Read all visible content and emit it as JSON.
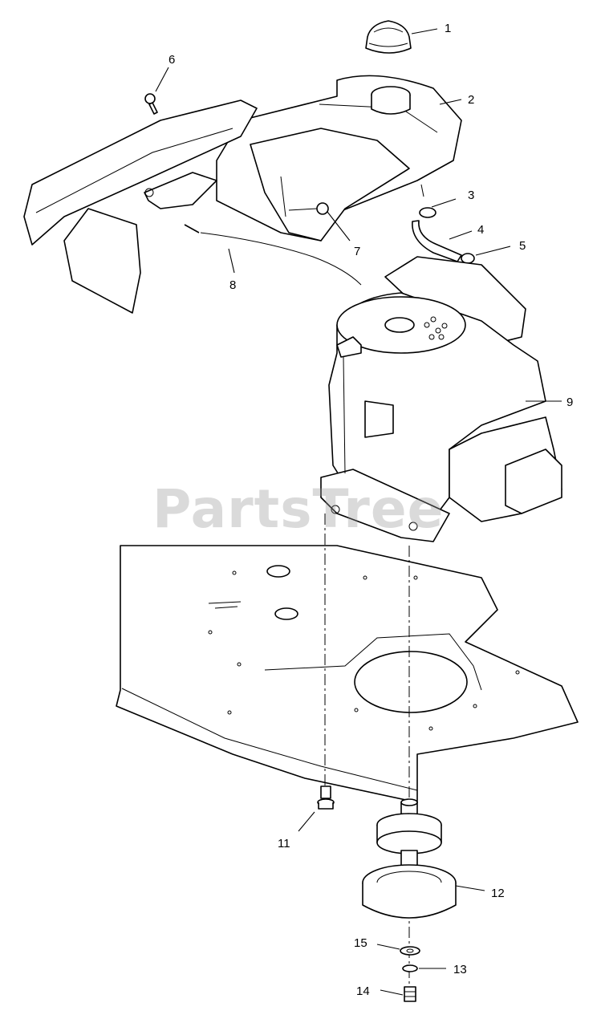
{
  "watermark": "PartsTree",
  "callouts": [
    "1",
    "2",
    "3",
    "4",
    "5",
    "6",
    "7",
    "8",
    "9",
    "11",
    "12",
    "13",
    "14",
    "15"
  ]
}
